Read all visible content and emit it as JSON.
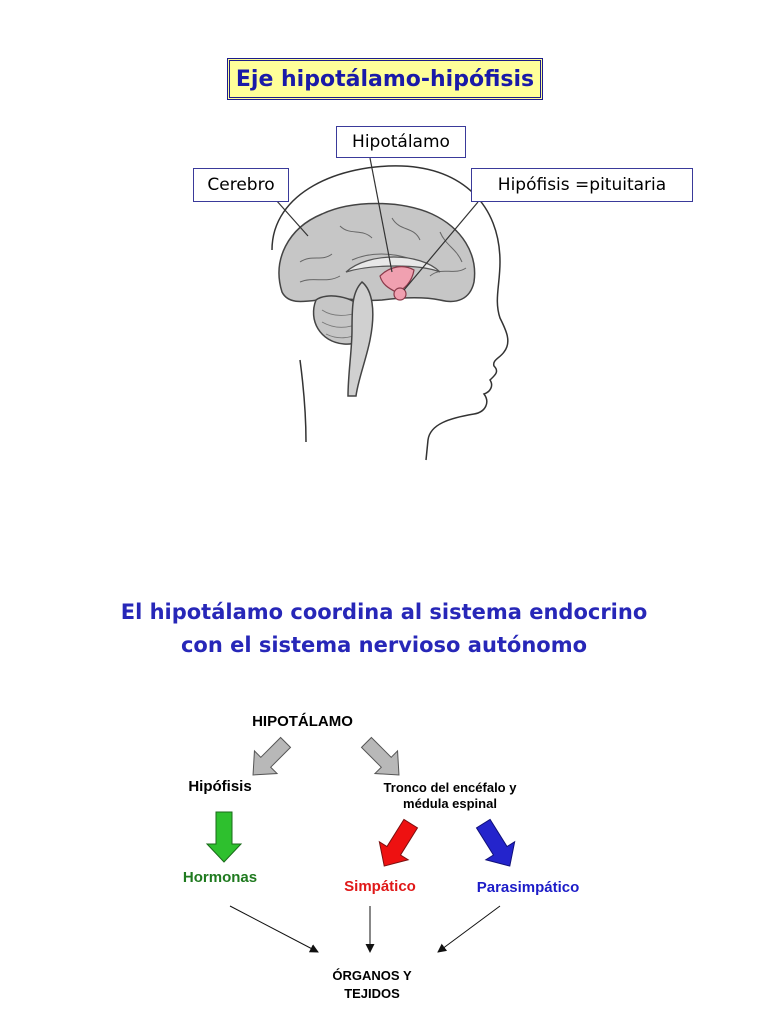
{
  "title": "Eje hipotálamo-hipófisis",
  "brain_labels": {
    "hipotalamo": "Hipotálamo",
    "cerebro": "Cerebro",
    "hipofisis": "Hipófisis =pituitaria"
  },
  "subtitle": {
    "line1": "El hipotálamo coordina al sistema endocrino",
    "line2": "con el sistema nervioso autónomo"
  },
  "flow": {
    "hipotalamo": "HIPOTÁLAMO",
    "hipofisis": "Hipófisis",
    "tronco_line1": "Tronco del encéfalo y",
    "tronco_line2": "médula espinal",
    "hormonas": "Hormonas",
    "simpatico": "Simpático",
    "parasimpatico": "Parasimpático",
    "organos_line1": "ÓRGANOS Y",
    "organos_line2": "TEJIDOS"
  },
  "colors": {
    "title_bg": "#ffff99",
    "title_text": "#1a1aa8",
    "subtitle_text": "#2727b8",
    "hormonas": "#1f7a1f",
    "simpatico": "#e01818",
    "parasimpatico": "#1c1cc8",
    "grey_arrow": "#b8b8b8",
    "green_arrow": "#2ec02e",
    "red_arrow": "#ee1111",
    "blue_arrow": "#2424cc",
    "gland": "#f0a0b0"
  }
}
